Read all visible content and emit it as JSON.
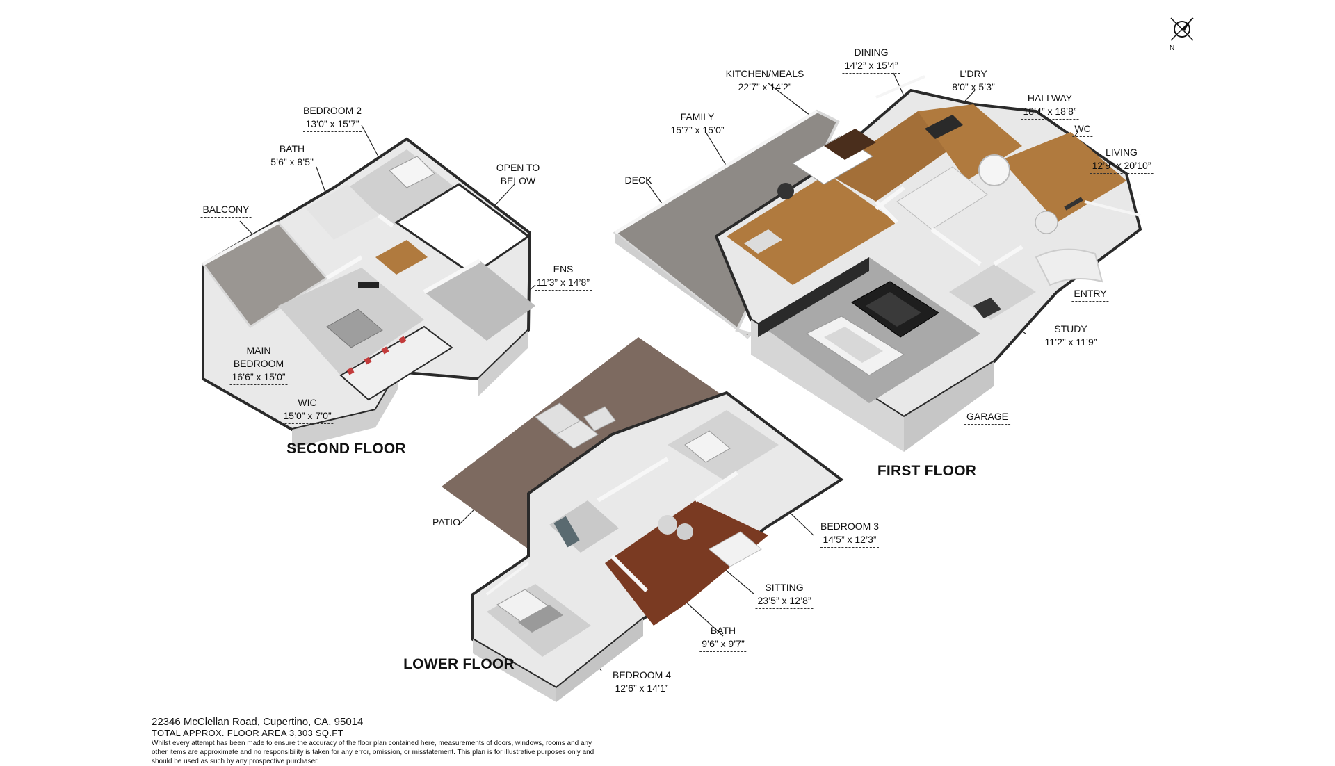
{
  "floors": [
    {
      "id": "second",
      "title": "SECOND FLOOR"
    },
    {
      "id": "first",
      "title": "FIRST FLOOR"
    },
    {
      "id": "lower",
      "title": "LOWER FLOOR"
    }
  ],
  "rooms": {
    "bedroom2": {
      "name": "BEDROOM 2",
      "dim": "13’0” x 15’7”"
    },
    "bath_upper": {
      "name": "BATH",
      "dim": "5’6” x 8’5”"
    },
    "open_to_below": {
      "name": "OPEN TO BELOW",
      "dim": ""
    },
    "balcony": {
      "name": "BALCONY",
      "dim": ""
    },
    "ens": {
      "name": "ENS",
      "dim": "11’3” x 14’8”"
    },
    "main_bedroom": {
      "name": "MAIN BEDROOM",
      "dim": "16’6” x 15’0”"
    },
    "wic": {
      "name": "WIC",
      "dim": "15’0” x 7’0”"
    },
    "kitchen": {
      "name": "KITCHEN/MEALS",
      "dim": "22’7” x 14’2”"
    },
    "dining": {
      "name": "DINING",
      "dim": "14’2” x 15’4”"
    },
    "laundry": {
      "name": "L’DRY",
      "dim": "8’0” x 5’3”"
    },
    "hallway": {
      "name": "HALLWAY",
      "dim": "18’4” x 18’8”"
    },
    "family": {
      "name": "FAMILY",
      "dim": "15’7” x 15’0”"
    },
    "wc": {
      "name": "WC",
      "dim": ""
    },
    "living": {
      "name": "LIVING",
      "dim": "12’9” x 20’10”"
    },
    "deck": {
      "name": "DECK",
      "dim": ""
    },
    "entry": {
      "name": "ENTRY",
      "dim": ""
    },
    "study": {
      "name": "STUDY",
      "dim": "11’2” x 11’9”"
    },
    "garage": {
      "name": "GARAGE",
      "dim": ""
    },
    "patio": {
      "name": "PATIO",
      "dim": ""
    },
    "bedroom3": {
      "name": "BEDROOM 3",
      "dim": "14’5” x 12’3”"
    },
    "sitting": {
      "name": "SITTING",
      "dim": "23’5” x 12’8”"
    },
    "bath_lower": {
      "name": "BATH",
      "dim": "9’6” x 9’7”"
    },
    "bedroom4": {
      "name": "BEDROOM 4",
      "dim": "12’6” x 14’1”"
    }
  },
  "compass": {
    "letter": "N"
  },
  "footer": {
    "address": "22346 McClellan Road, Cupertino, CA, 95014",
    "area": "TOTAL APPROX. FLOOR AREA 3,303 SQ.FT",
    "disclaimer": "Whilst every attempt has been made to ensure the accuracy of the floor plan contained here, measurements of doors, windows, rooms and any other items are approximate and no responsibility is taken for any error, omission, or misstatement. This plan is for illustrative purposes only and should be used as such by any prospective purchaser."
  },
  "colors": {
    "wall": "#f2f2f2",
    "wall_dark": "#2a2a2a",
    "wood": "#b07a3e",
    "deck": "#8a8580",
    "patio": "#7d6a60",
    "tile": "#c9c9c9",
    "carpet": "#d4d4d4",
    "sitting": "#7a3a22"
  }
}
